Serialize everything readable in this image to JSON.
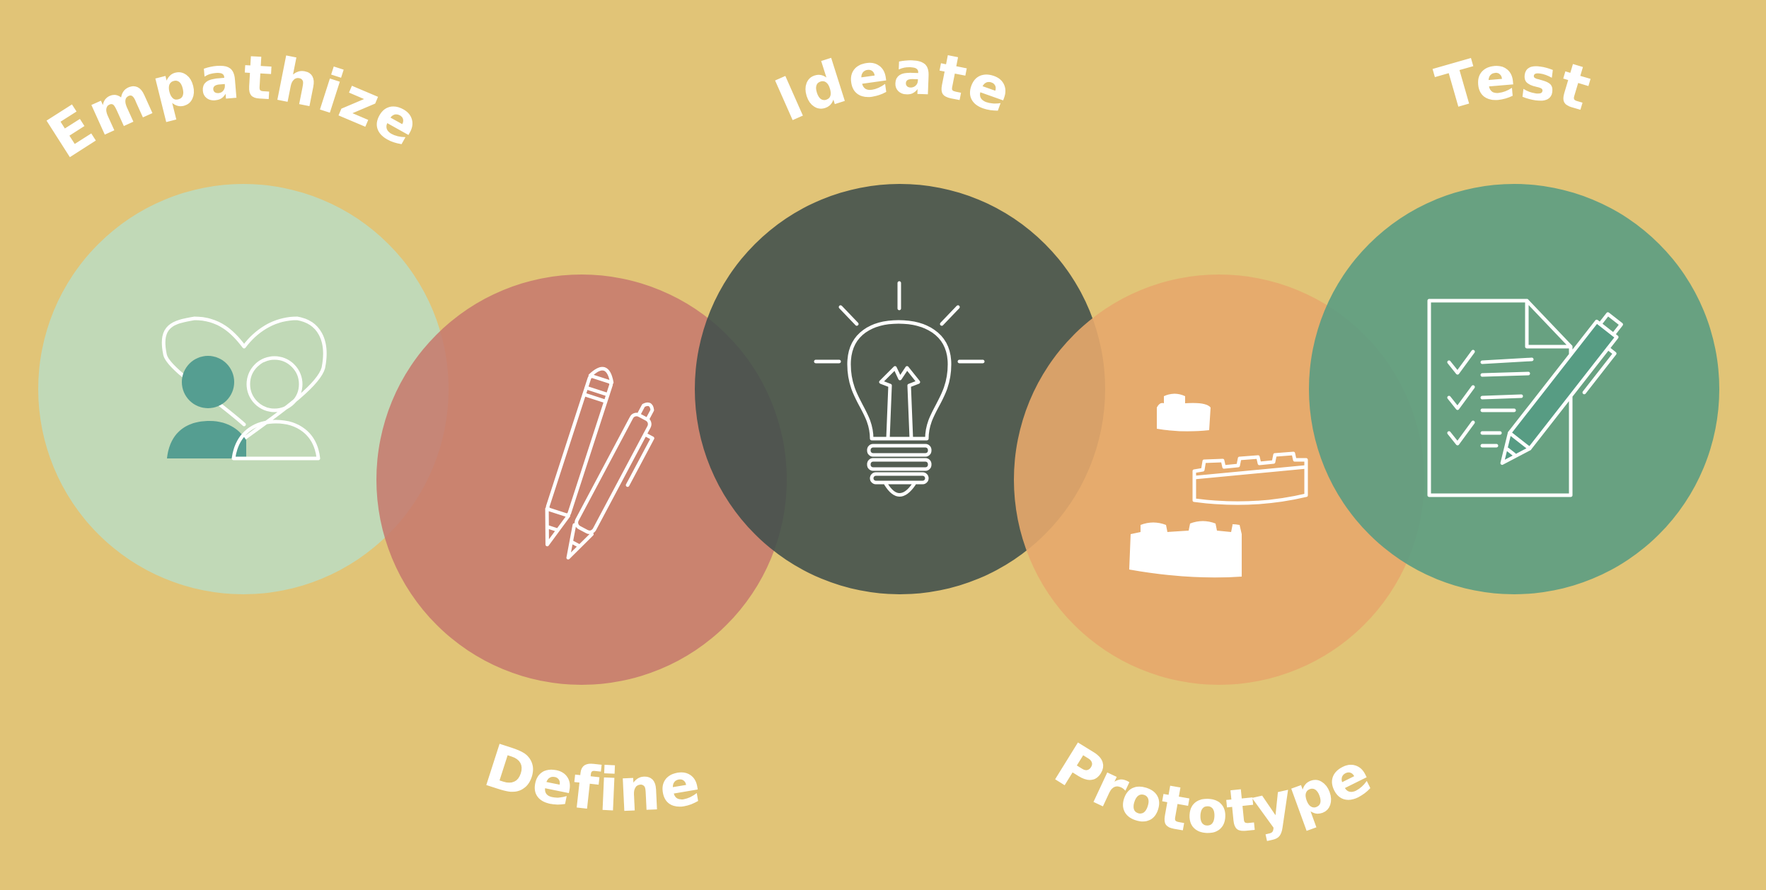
{
  "background": "#E1C477",
  "stages": [
    {
      "id": "empathize",
      "label": "Empathize",
      "color": "#BEDBBE",
      "opacity": 0.9,
      "icon": "heart-people-icon"
    },
    {
      "id": "define",
      "label": "Define",
      "color": "#C67A6E",
      "opacity": 0.88,
      "icon": "pencils-icon"
    },
    {
      "id": "ideate",
      "label": "Ideate",
      "color": "#3F4F4C",
      "opacity": 0.88,
      "icon": "lightbulb-icon"
    },
    {
      "id": "prototype",
      "label": "Prototype",
      "color": "#E7A86C",
      "opacity": 0.9,
      "icon": "building-blocks-icon"
    },
    {
      "id": "test",
      "label": "Test",
      "color": "#579C83",
      "opacity": 0.88,
      "icon": "checklist-pen-icon"
    }
  ],
  "accent": {
    "empathize_figure": "#559E91",
    "white": "#FFFFFF"
  }
}
